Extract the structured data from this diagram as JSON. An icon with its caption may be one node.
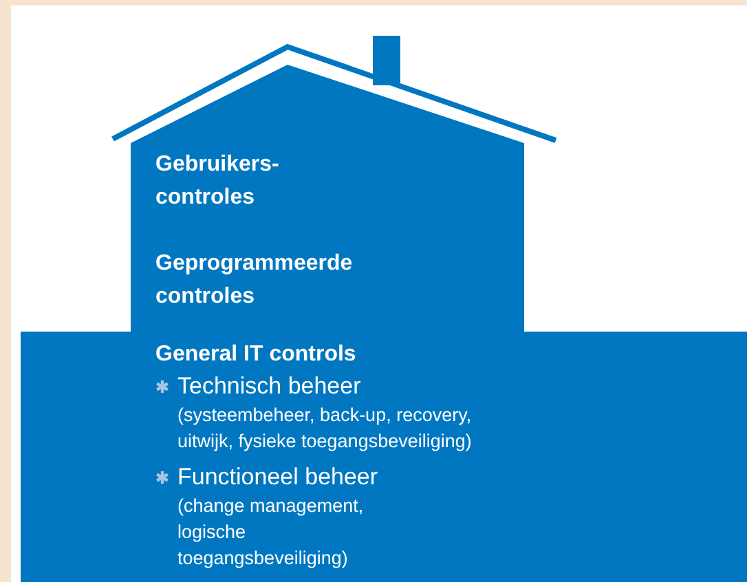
{
  "diagram": {
    "nodes": [
      {
        "text": [
          "Gebruikers- controles"
        ]
      },
      {
        "text": [
          "Geprogrammeerde controles"
        ]
      },
      {
        "text": [
          "General IT controls",
          "Technisch beheer",
          "(systeembeheer, back-up, recovery, uitwijk, fysieke toegangsbeveiliging)",
          "Functioneel beheer",
          "(change management, logische toegangsbeveiliging)"
        ]
      }
    ]
  }
}
